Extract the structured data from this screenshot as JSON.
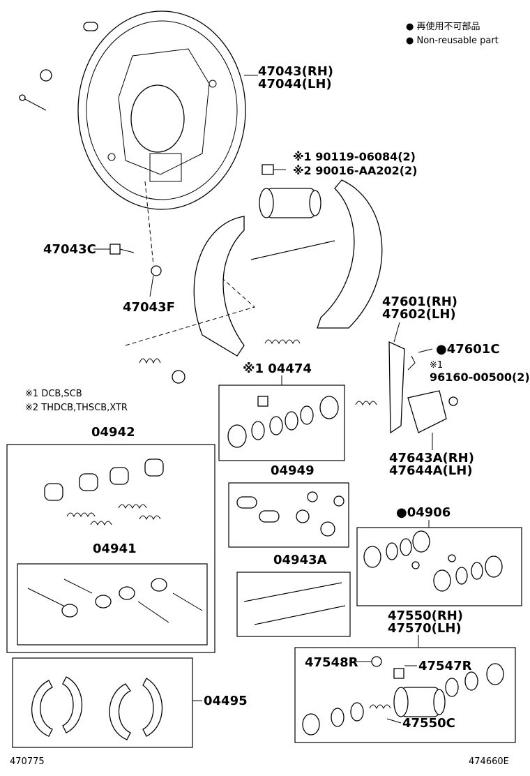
{
  "legend": {
    "line1": "● 再使用不可部品",
    "line2": "● Non-reusable part",
    "note1": "※1 DCB,SCB",
    "note2": "※2 THDCB,THSCB,XTR"
  },
  "labels": {
    "backing_rh": "47043(RH)",
    "backing_lh": "47044(LH)",
    "bolt1": "※1 90119-06084(2)",
    "bolt2": "※2 90016-AA202(2)",
    "stud": "47043C",
    "nut": "47043F",
    "lever_rh": "47601(RH)",
    "lever_lh": "47602(LH)",
    "clip": "●47601C",
    "washer_note": "※1",
    "washer": "96160-00500(2)",
    "kit_04474": "※1 04474",
    "strut_rh": "47643A(RH)",
    "strut_lh": "47644A(LH)",
    "kit_04942": "04942",
    "kit_04941": "04941",
    "kit_04949": "04949",
    "kit_04943a": "04943A",
    "kit_04906": "●04906",
    "cyl_rh": "47550(RH)",
    "cyl_lh": "47570(LH)",
    "bleeder_cap": "47548R",
    "bleeder": "47547R",
    "cyl_spring": "47550C",
    "shoes": "04495",
    "footer_left": "470775",
    "footer_right": "474660E"
  }
}
